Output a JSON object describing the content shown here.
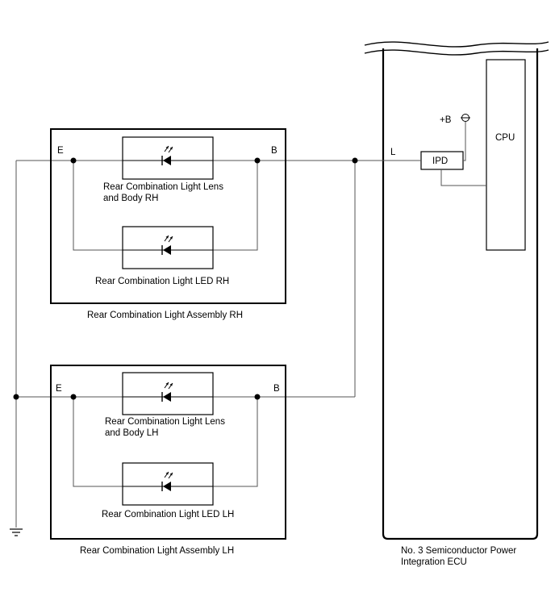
{
  "ecu": {
    "label_line1": "No. 3 Semiconductor Power",
    "label_line2": "Integration ECU",
    "cpu_label": "CPU",
    "ipd_label": "IPD",
    "power_label": "+B",
    "terminal_l": "L"
  },
  "assembly_rh": {
    "label": "Rear Combination Light Assembly RH",
    "terminal_e": "E",
    "terminal_b": "B",
    "lens_label_line1": "Rear Combination Light Lens",
    "lens_label_line2": "and Body RH",
    "led_label": "Rear Combination Light LED RH"
  },
  "assembly_lh": {
    "label": "Rear Combination Light Assembly LH",
    "terminal_e": "E",
    "terminal_b": "B",
    "lens_label_line1": "Rear Combination Light Lens",
    "lens_label_line2": "and Body LH",
    "led_label": "Rear Combination Light LED LH"
  }
}
